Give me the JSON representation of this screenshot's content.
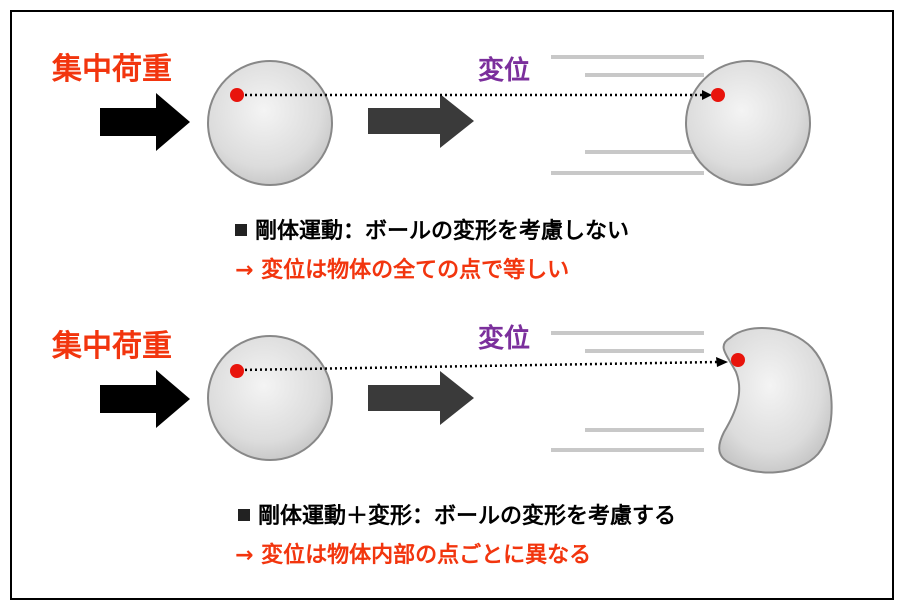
{
  "top": {
    "load_label": "集中荷重",
    "displacement_label": "変位",
    "description": "剛体運動：ボールの変形を考慮しない",
    "conclusion": "→ 変位は物体の全ての点で等しい"
  },
  "bottom": {
    "load_label": "集中荷重",
    "displacement_label": "変位",
    "description": "剛体運動＋変形：ボールの変形を考慮する",
    "conclusion": "→ 変位は物体内部の点ごとに異なる"
  },
  "colors": {
    "label_red": "#f2350e",
    "displacement_purple": "#7b2f9c",
    "point_red": "#e8140c",
    "ball_fill": "#d9d9d9",
    "ball_stroke": "#888888",
    "motion_lines": "#c8c8c8",
    "arrow_dark": "#3a3a3a"
  },
  "icons": {
    "load_arrow": "thick-right-arrow-icon",
    "motion_arrow": "right-arrow-icon",
    "bullet": "black-square-icon"
  }
}
